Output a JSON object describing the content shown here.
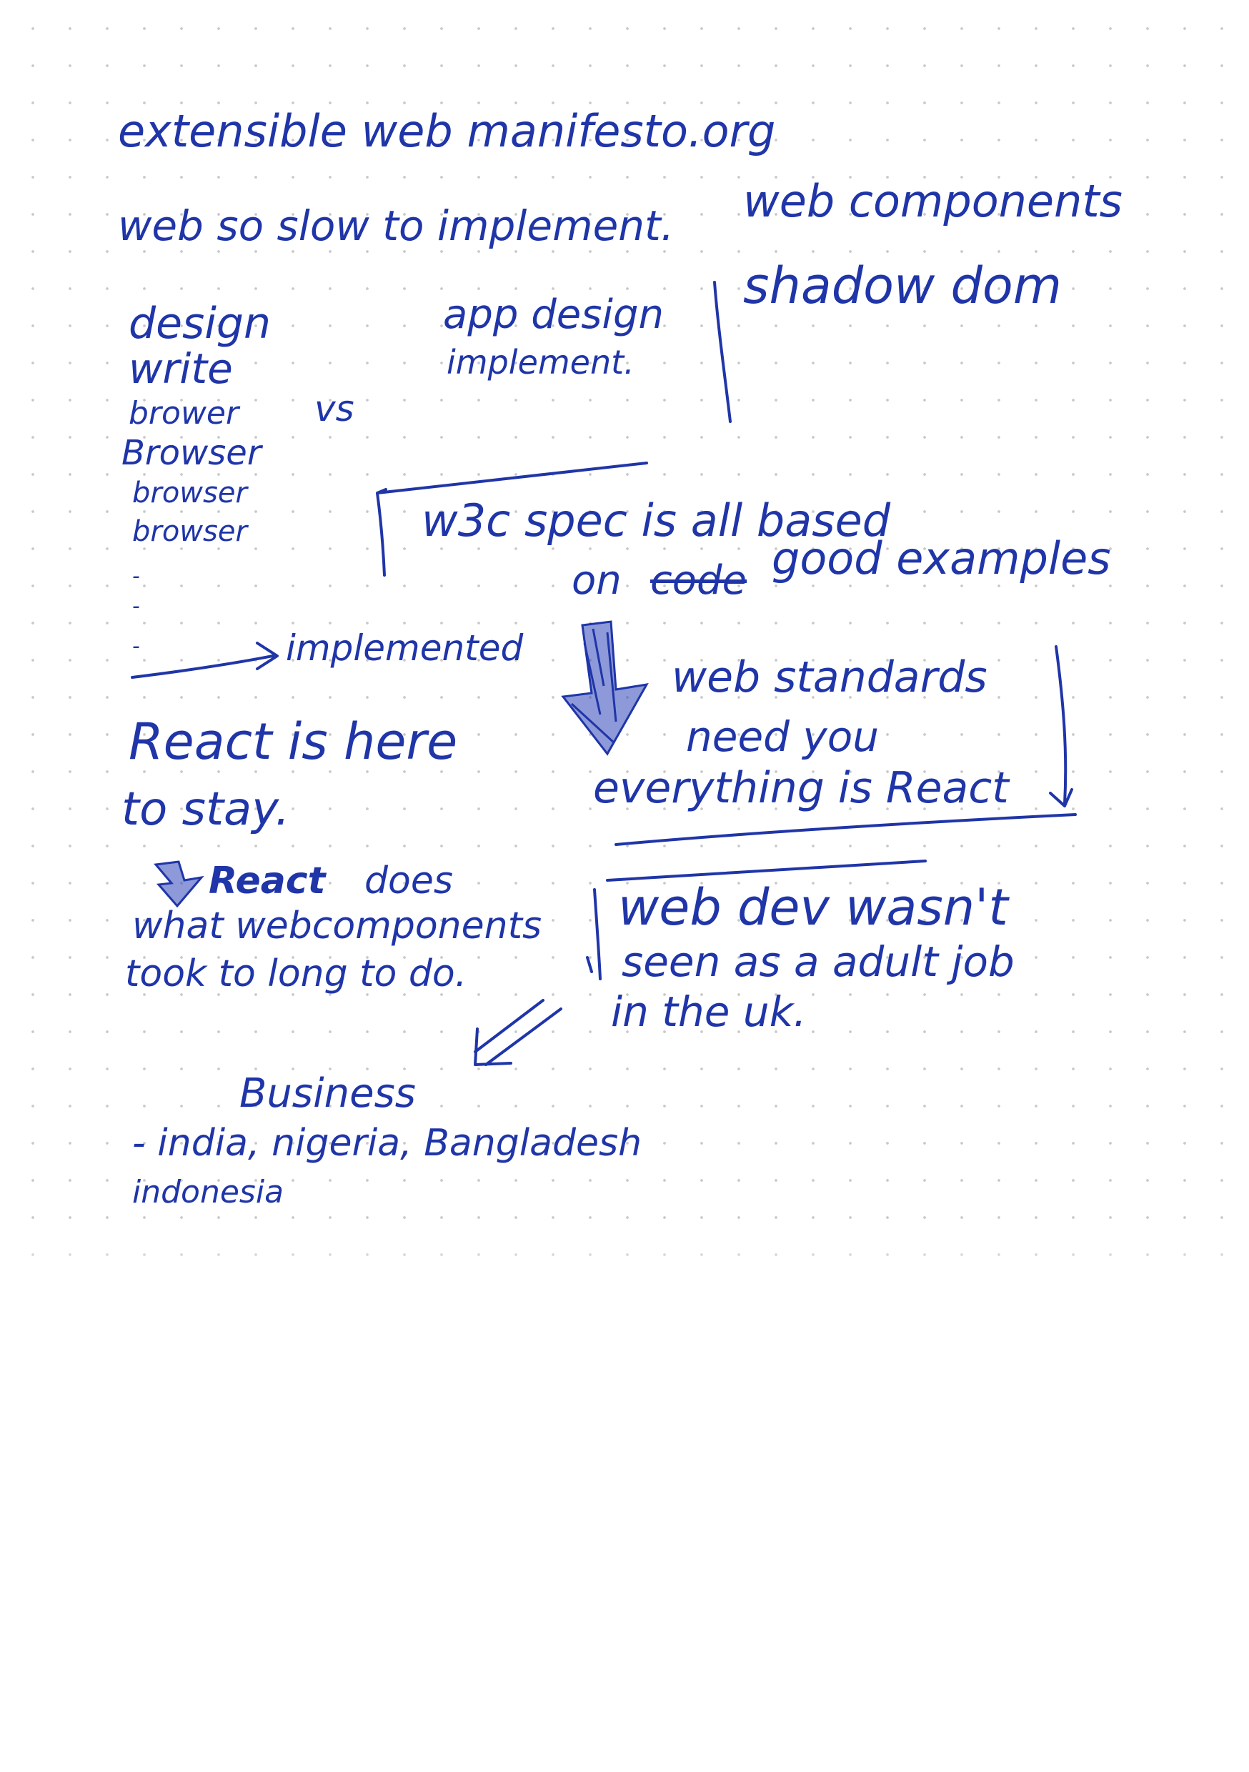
{
  "ink_color": "#1f35a8",
  "notes": {
    "line1": "extensible web manifesto.org",
    "line2_a": "web so slow to implement.",
    "line2_b": "web components",
    "shadow_dom": "shadow dom",
    "list": [
      "design",
      "write",
      "brower",
      "Browser",
      "browser",
      "browser",
      "-",
      "-",
      "-"
    ],
    "vs": "vs",
    "app_design": "app design",
    "implement": "implement.",
    "implemented": "implemented",
    "w3c_line1": "w3c spec is all based",
    "w3c_on": "on",
    "w3c_struck": "code",
    "w3c_rest": "good examples",
    "react_here_1": "React is here",
    "react_here_2": "to stay.",
    "standards_1": "web standards",
    "standards_2": "need you",
    "standards_3": "everything is React",
    "react_does_a": "React",
    "react_does_b": "does",
    "react_does_2": "what webcomponents",
    "react_does_3": "took to long to do.",
    "webdev_1": "web dev wasn't",
    "webdev_2": "seen as a adult job",
    "webdev_3": "in the uk.",
    "business": "Business",
    "countries_1": "- india, nigeria, Bangladesh",
    "countries_2": "indonesia"
  }
}
